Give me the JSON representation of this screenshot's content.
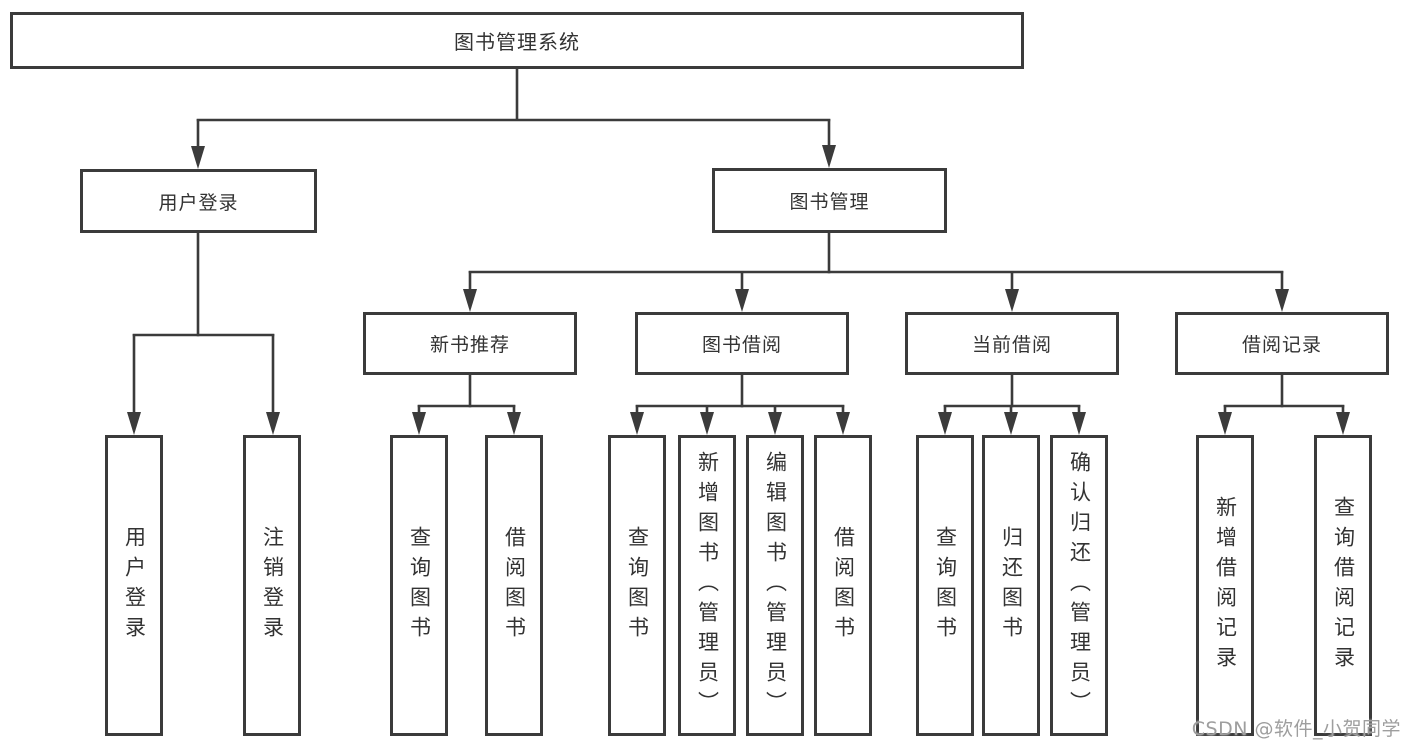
{
  "diagram": {
    "title_note": "functional structure diagram",
    "root": "图书管理系统",
    "level2": {
      "user_login": "用户登录",
      "book_mgmt": "图书管理"
    },
    "level3": {
      "new_book": "新书推荐",
      "borrow": "图书借阅",
      "current": "当前借阅",
      "records": "借阅记录"
    },
    "leaves": {
      "user_login": [
        "用户登录",
        "注销登录"
      ],
      "new_book": [
        "查询图书",
        "借阅图书"
      ],
      "borrow": [
        "查询图书",
        "新增图书（管理员）",
        "编辑图书（管理员）",
        "借阅图书"
      ],
      "current": [
        "查询图书",
        "归还图书",
        "确认归还（管理员）"
      ],
      "records": [
        "新增借阅记录",
        "查询借阅记录"
      ]
    }
  },
  "watermark": "CSDN @软件_小贺同学",
  "colors": {
    "line": "#3b3b3b",
    "text": "#333333",
    "watermark": "#9e9e9e",
    "background": "#ffffff"
  }
}
